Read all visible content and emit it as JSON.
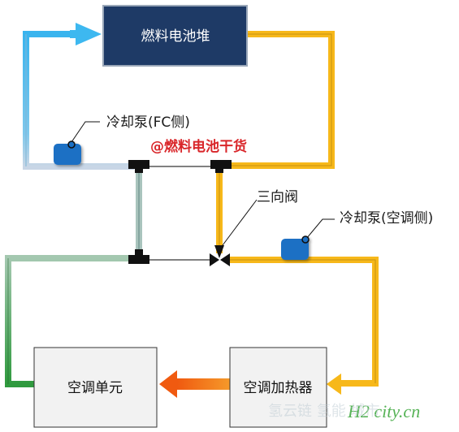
{
  "components": {
    "fuel_cell_stack": "燃料电池堆",
    "coolant_pump_fc": "冷却泵(FC侧)",
    "three_way_valve": "三向阀",
    "coolant_pump_ac": "冷却泵(空调侧)",
    "ac_unit": "空调单元",
    "ac_heater": "空调加热器"
  },
  "watermark": {
    "source": "@燃料电池干货",
    "site_logo": "H2 city.cn",
    "site_text": "氢云链 氢能 城市"
  },
  "colors": {
    "stack_fill": "#1e3a66",
    "cold_blue": "#3db8f0",
    "hot_orange": "#f7b81a",
    "mixed_teal": "#a9c4bd",
    "cool_green": "#3a9a44",
    "arrow_orange": "#f47a1f",
    "pump_blue": "#1f6fc4",
    "watermark_red": "#d9262a",
    "box_fill": "#f2f2f2"
  }
}
